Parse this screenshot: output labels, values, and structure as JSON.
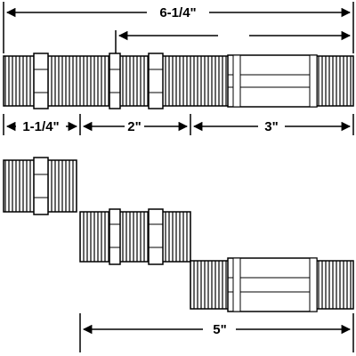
{
  "dimensions": {
    "overall_top": "6-1/4\"",
    "segment_1": "1-1/4\"",
    "segment_2": "2\"",
    "segment_3": "3\"",
    "overall_bottom": "5\""
  },
  "colors": {
    "line": "#000000",
    "background": "#ffffff"
  }
}
